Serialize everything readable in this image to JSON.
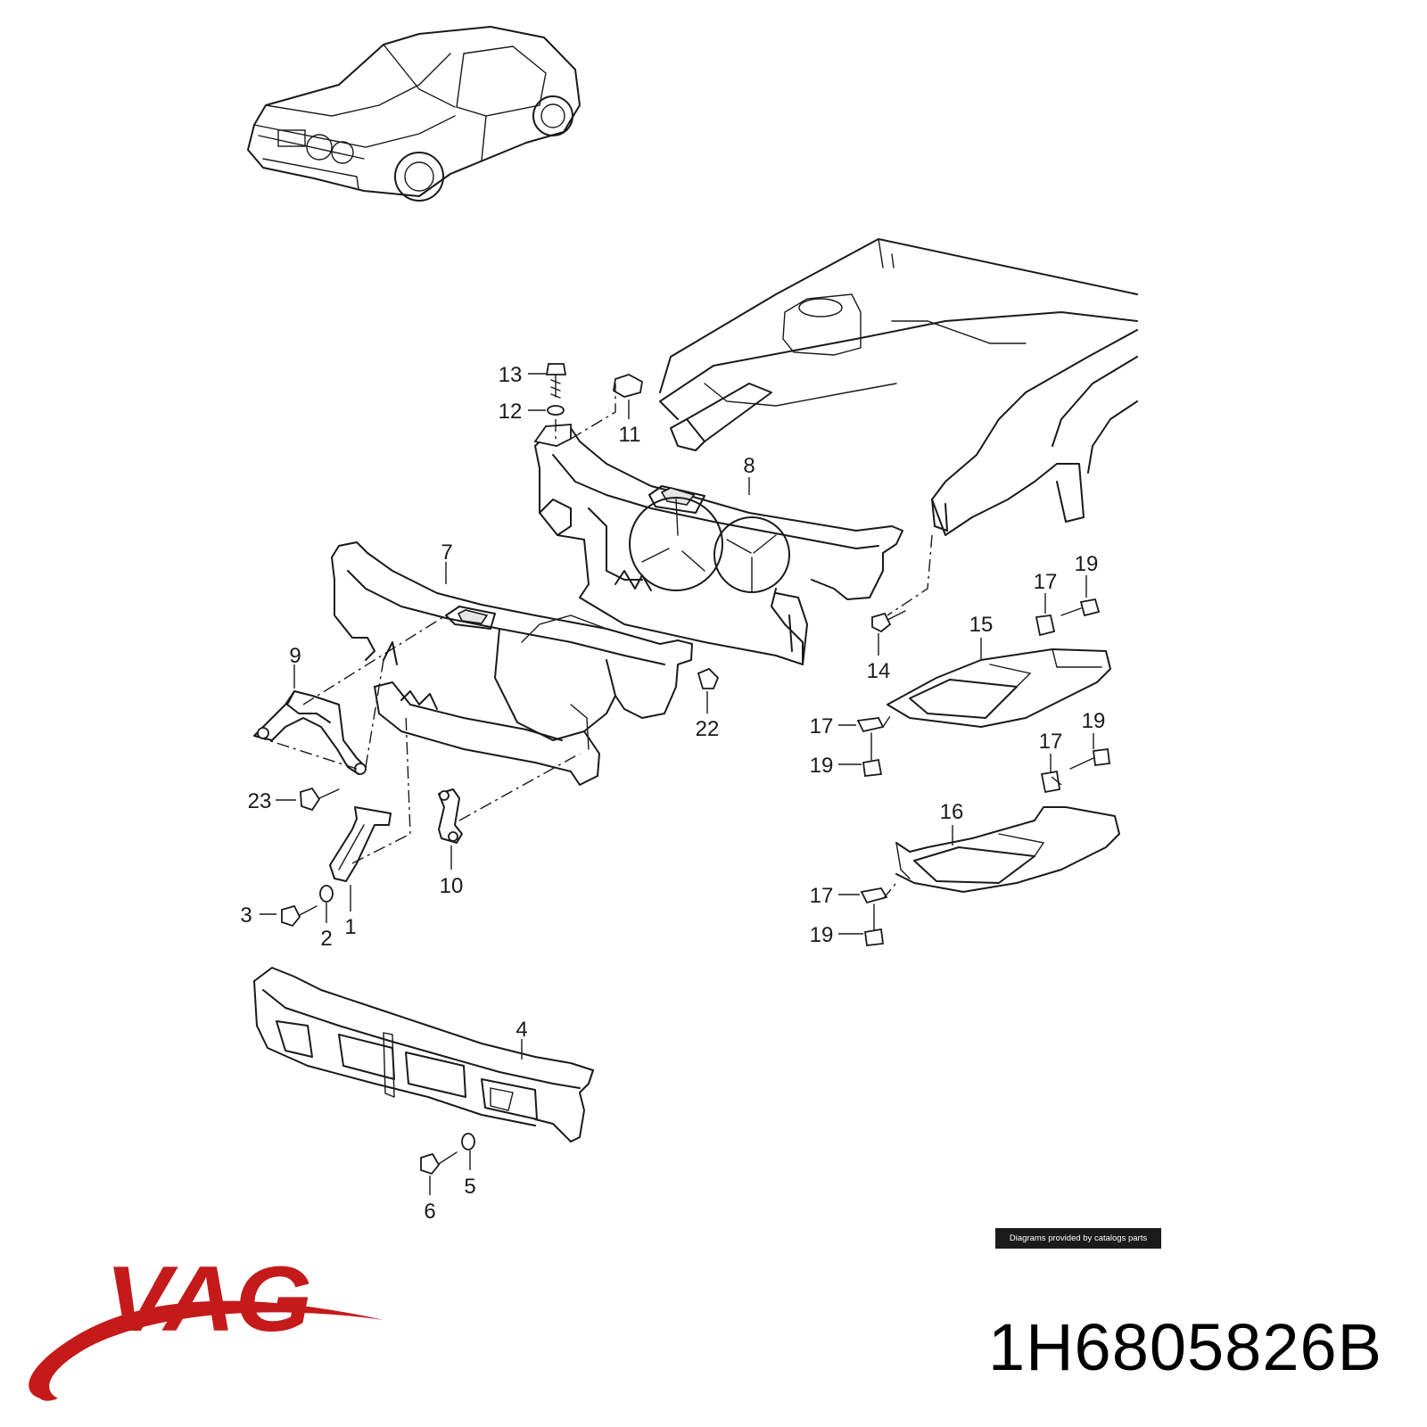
{
  "diagram": {
    "callouts": [
      "13",
      "12",
      "11",
      "8",
      "7",
      "9",
      "23",
      "3",
      "2",
      "1",
      "10",
      "22",
      "14",
      "15",
      "16",
      "17",
      "19",
      "4",
      "5",
      "6"
    ]
  },
  "footer": {
    "credit": "Diagrams provided by catalogs parts",
    "brand": "VAG",
    "part_number": "1H6805826B"
  },
  "colors": {
    "brand_red": "#c41a1a",
    "line": "#1a1a1a",
    "credit_bg": "#1b1b1b"
  }
}
